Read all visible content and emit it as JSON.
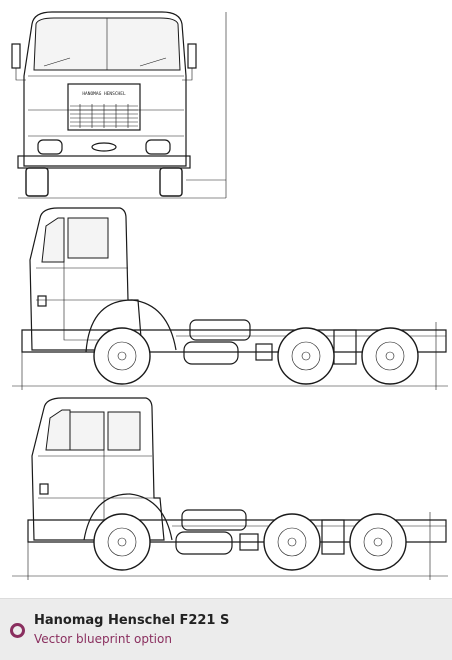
{
  "caption": {
    "title": "Hanomag Henschel F221 S",
    "subtitle": "Vector blueprint option",
    "accent_color": "#8a2f5f",
    "bar_color": "#ececec",
    "icon": "ring-icon"
  },
  "front_view": {
    "grille_text": "HANOMAG HENSCHEL"
  }
}
